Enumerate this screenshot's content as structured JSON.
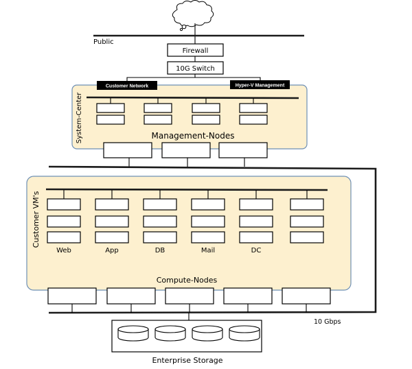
{
  "diagram": {
    "cloud": {
      "icon": "cloud-icon"
    },
    "public_label": "Public",
    "firewall_label": "Firewall",
    "switch_label": "10G Switch",
    "network_tags": {
      "customer_network": "Customer Network",
      "hyperv_management": "Hyper-V Management"
    },
    "management": {
      "side_label": "System-Center",
      "title": "Management-Nodes",
      "vm_columns": 4,
      "vm_rows": 2,
      "node_count": 3
    },
    "compute": {
      "side_label": "Customer VM's",
      "title": "Compute-Nodes",
      "vm_rows": 3,
      "columns": [
        {
          "label": "Web"
        },
        {
          "label": "App"
        },
        {
          "label": "DB"
        },
        {
          "label": "Mail"
        },
        {
          "label": "DC"
        },
        {
          "label": ""
        }
      ],
      "node_count": 5
    },
    "speed_label": "10 Gbps",
    "storage": {
      "title": "Enterprise Storage",
      "disk_count": 4
    },
    "colors": {
      "panel_fill": "#fdf0cf",
      "panel_border": "#6d8fb5",
      "line": "#1a1a1a",
      "tag_fill": "#000000"
    }
  }
}
